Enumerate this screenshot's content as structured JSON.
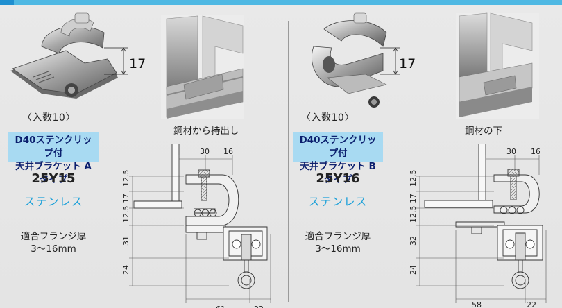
{
  "panels": [
    {
      "quantity": "〈入数10〉",
      "name_line1": "D40ステンクリップ付",
      "name_line2": "天井ブラケット Aタイプ",
      "code": "25Y15",
      "material": "ステンレス",
      "flange_label": "適合フランジ厚",
      "flange_range": "3〜16mm",
      "mount_label": "鋼材から持出し",
      "clip_height": "17",
      "dims": {
        "top_a": "30",
        "top_b": "16",
        "v1": "12.5",
        "v2": "17",
        "v3": "12.5",
        "v4": "31",
        "v5": "24",
        "bottom_a": "61",
        "bottom_b": "22"
      }
    },
    {
      "quantity": "〈入数10〉",
      "name_line1": "D40ステンクリップ付",
      "name_line2": "天井ブラケット Bタイプ",
      "code": "25Y16",
      "material": "ステンレス",
      "flange_label": "適合フランジ厚",
      "flange_range": "3〜16mm",
      "mount_label": "鋼材の下",
      "clip_height": "17",
      "dims": {
        "top_a": "30",
        "top_b": "16",
        "v1": "12.5",
        "v2": "17",
        "v3": "12.5",
        "v4": "32",
        "v5": "24",
        "bottom_a": "58",
        "bottom_b": "22"
      }
    }
  ],
  "colors": {
    "accent_bar": "#4fb8e3",
    "accent_tab": "#1f8fd0",
    "name_box": "#a8daf2",
    "name_text": "#0b1f6e",
    "material_text": "#1ea1d9"
  }
}
